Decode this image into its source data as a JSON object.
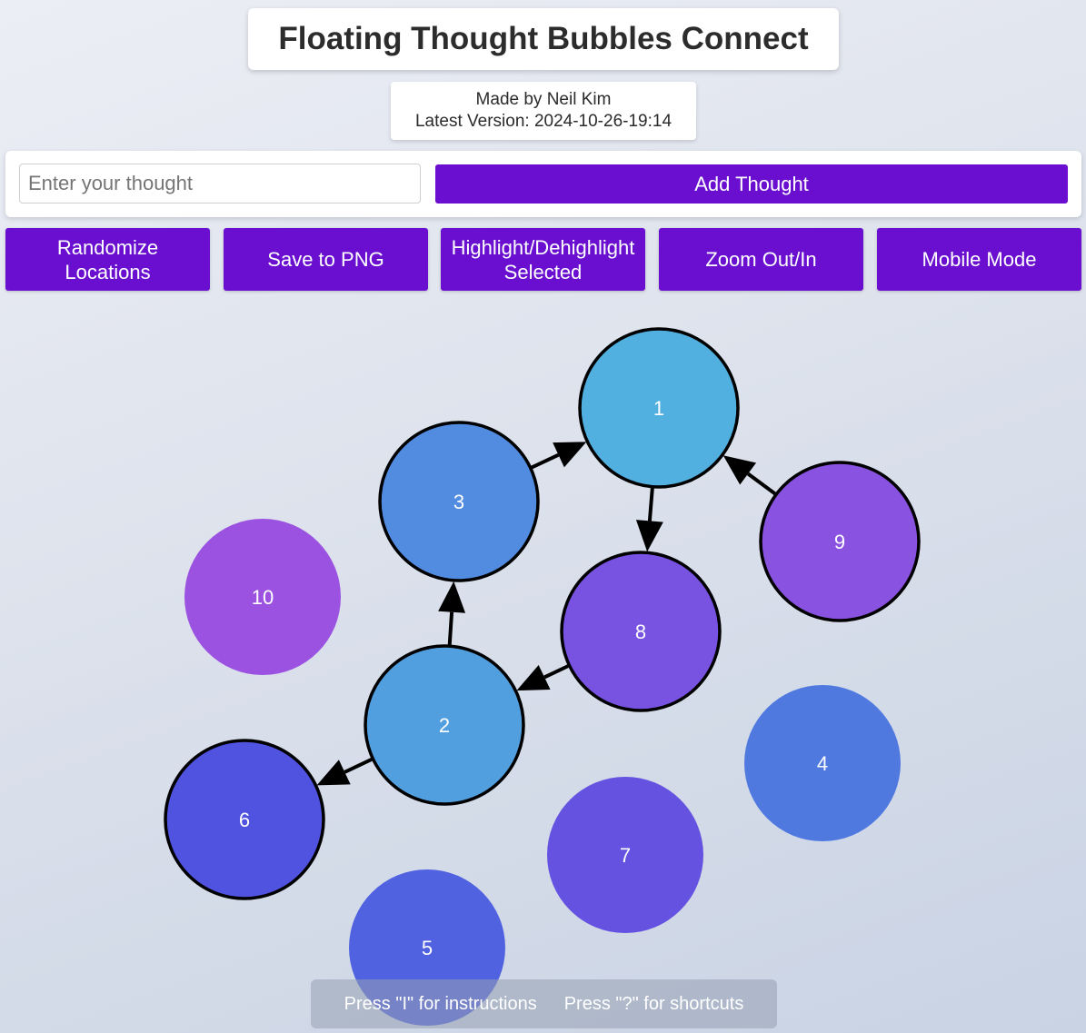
{
  "app": {
    "title": "Floating Thought Bubbles Connect",
    "author_line": "Made by Neil Kim",
    "version_line": "Latest Version: 2024-10-26-19:14"
  },
  "input": {
    "placeholder": "Enter your thought",
    "value": "",
    "add_label": "Add Thought"
  },
  "toolbar": {
    "randomize_label": "Randomize\nLocations",
    "save_png_label": "Save to PNG",
    "highlight_label": "Highlight/Dehighlight\nSelected",
    "zoom_label": "Zoom Out/In",
    "mobile_label": "Mobile Mode"
  },
  "bubbles": [
    {
      "id": "1",
      "label": "1",
      "color": "#52b0e0",
      "selected": true
    },
    {
      "id": "2",
      "label": "2",
      "color": "#529fe0",
      "selected": true
    },
    {
      "id": "3",
      "label": "3",
      "color": "#528ce0",
      "selected": true
    },
    {
      "id": "4",
      "label": "4",
      "color": "#5079e0",
      "selected": false
    },
    {
      "id": "5",
      "label": "5",
      "color": "#5062e0",
      "selected": false
    },
    {
      "id": "6",
      "label": "6",
      "color": "#5052e0",
      "selected": true
    },
    {
      "id": "7",
      "label": "7",
      "color": "#6552e0",
      "selected": false
    },
    {
      "id": "8",
      "label": "8",
      "color": "#7852e0",
      "selected": true
    },
    {
      "id": "9",
      "label": "9",
      "color": "#8a52e0",
      "selected": true
    },
    {
      "id": "10",
      "label": "10",
      "color": "#9c52e0",
      "selected": false
    }
  ],
  "connections": [
    {
      "from": "3",
      "to": "1"
    },
    {
      "from": "1",
      "to": "8"
    },
    {
      "from": "9",
      "to": "1"
    },
    {
      "from": "2",
      "to": "3"
    },
    {
      "from": "8",
      "to": "2"
    },
    {
      "from": "2",
      "to": "6"
    }
  ],
  "hints": {
    "instructions": "Press \"I\" for instructions",
    "shortcuts": "Press \"?\" for shortcuts"
  }
}
